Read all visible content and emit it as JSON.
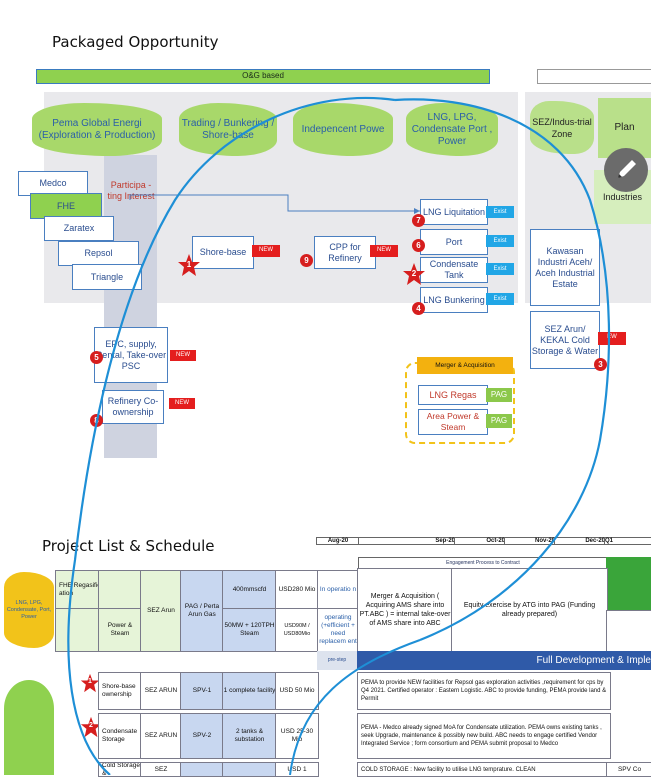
{
  "colors": {
    "green": "#8fd14f",
    "flag_green": "#a8d86a",
    "blue_text": "#2a4d8f",
    "red": "#e41e1e",
    "exist_blue": "#21a6e6",
    "pag_green": "#8cc84b",
    "scribble": "#1e8fd6",
    "gold": "#f2c31a",
    "orange": "#f3b10f"
  },
  "top": {
    "title": "Packaged Opportunity",
    "og_label": "O&G based",
    "flags": [
      "Pema Global Energi (Exploration & Production)",
      "Trading / Bunkering / Shore-base",
      "Indepencent Powe",
      "LNG, LPG, Condensate Port , Power"
    ],
    "sez_flag": "SEZ/Indus-trial Zone",
    "plan_flag": "Plan",
    "industries": "Industries",
    "companies": [
      "Medco",
      "FHE",
      "Zaratex",
      "Repsol",
      "Triangle"
    ],
    "participating": "Participa -ting Interest",
    "shore_base": "Shore-base",
    "cpp": "CPP for Refinery",
    "lng_items": [
      {
        "num": "7",
        "label": "LNG Liquitation",
        "tag": "Exist"
      },
      {
        "num": "6",
        "label": "Port",
        "tag": "Exist"
      },
      {
        "num": "2",
        "label": "Condensate Tank",
        "tag": "Exist"
      },
      {
        "num": "4",
        "label": "LNG Bunkering",
        "tag": "Exist"
      }
    ],
    "kawasan": "Kawasan Industri Aceh/ Aceh Industrial Estate",
    "sez_cold": "SEZ Arun/ KEKAL Cold Storage & Water",
    "epc": "EPC, supply, Rental, Take-over PSC",
    "refinery": "Refinery Co-ownership",
    "new_tag": "NEW",
    "new_tag_small": "EW",
    "merger": "Merger & Acquisition",
    "lng_regas": "LNG Regas",
    "area_power": "Area Power & Steam",
    "pag": "PAG",
    "nums": {
      "shore": "1",
      "cpp": "9",
      "epc": "5",
      "refinery": "8",
      "sez": "3"
    }
  },
  "schedule": {
    "title": "Project List & Schedule",
    "months": [
      "Aug-20",
      "Sep-20",
      "Oct-20",
      "Nov-20",
      "Dec-20",
      "Q1"
    ],
    "engagement_hdr": "Engagement Process to Contract",
    "merger_acq": "Merger & Acquisition ( Acquiring AMS share into PT.ABC ) = internal take-over of AMS share into ABC",
    "equity": "Equity exercise by ATG into PAG (Funding already prepared)",
    "full_dev": "Full Development & Imple",
    "pre_step": "pre-step",
    "row1": {
      "left": "LNG, LPG, Condensate, Port, Power",
      "c1": "FHE Regasific ation",
      "c2a": "",
      "c2b": "Power & Steam",
      "c3": "SEZ Arun",
      "c4": "PAG / Perta Arun Gas",
      "c5a": "400mmscfd",
      "c5b": "50MW + 120TPH Steam",
      "c6a": "USD280 Mio",
      "c6b": "USD90M / USD80Mio",
      "c7a": "In operatio n",
      "c7b": "operating (+efficient + need replacem ent"
    },
    "row2": {
      "num": "1",
      "c1": "Shore-base ownership",
      "c2": "SEZ ARUN",
      "c3": "SPV-1",
      "c4": "1 complete facility",
      "c5": "USD 50 Mio",
      "desc": "PEMA to provide NEW facilities for Repsol gas exploration activities ,requirement for cps by Q4 2021. Certified operator : Eastern Logistic. ABC to provide funding, PEMA provide land & Permit"
    },
    "row3": {
      "num": "2",
      "c1": "Condensate Storage",
      "c2": "SEZ ARUN",
      "c3": "SPV-2",
      "c4": "2 tanks & substation",
      "c5": "USD 25-30 Mio",
      "desc": "PEMA - Medco already signed MoA for Condensate utilization. PEMA owns existing tanks , seek Upgrade, maintenance & possibly new build. ABC needs to engage certified Vendor Integrated Service ; form consortium and PEMA submit proposal to Medco"
    },
    "row4": {
      "c1": "Cold Storage &",
      "c2": "SEZ",
      "c5": "USD 1",
      "desc": "COLD STORAGE : New facility to utilise LNG temprature. CLEAN",
      "c6": "SPV Co"
    }
  }
}
